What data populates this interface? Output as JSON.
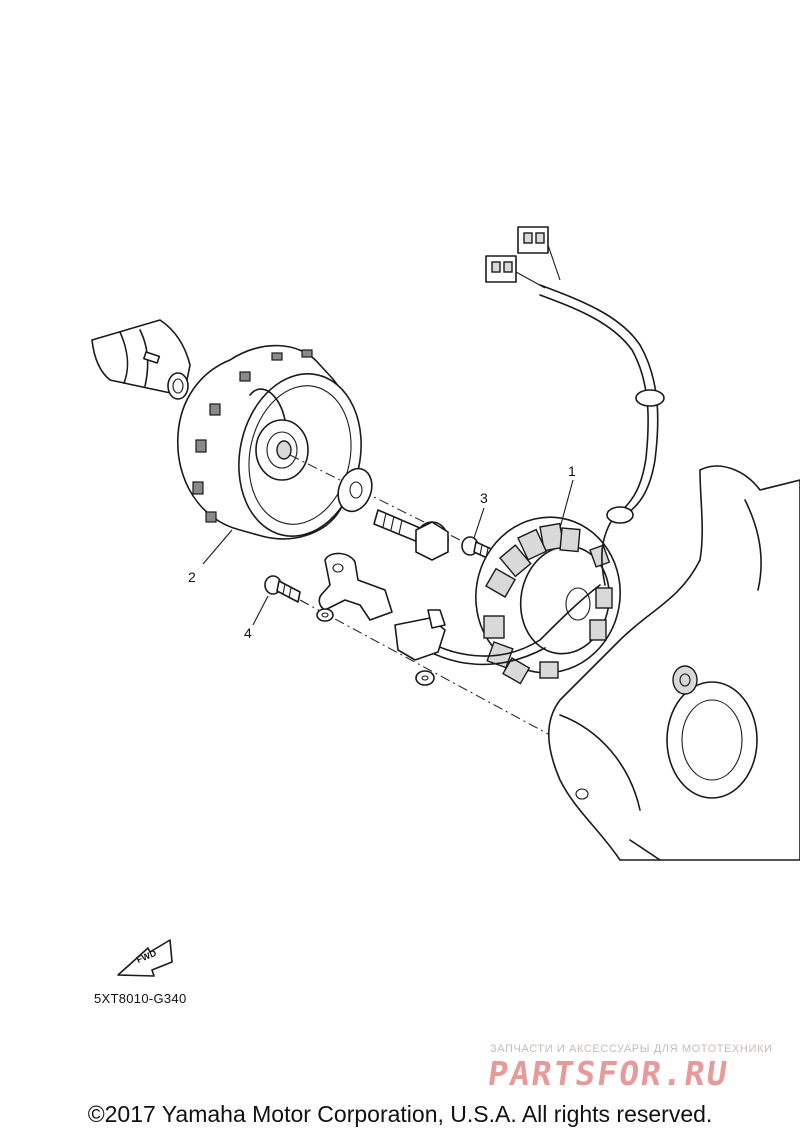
{
  "diagram": {
    "callouts": [
      {
        "id": "1",
        "label": "1"
      },
      {
        "id": "2",
        "label": "2"
      },
      {
        "id": "3",
        "label": "3"
      },
      {
        "id": "4",
        "label": "4"
      }
    ],
    "fwd_label": "FWD",
    "diagram_code": "5XT8010-G340"
  },
  "watermark": {
    "tagline": "ЗАПЧАСТИ И АКСЕССУАРЫ ДЛЯ МОТОТЕХНИКИ",
    "logo": "PARTSFOR.RU",
    "color": "#e79a9a"
  },
  "footer": {
    "copyright": "©2017 Yamaha Motor Corporation, U.S.A. All rights reserved."
  }
}
